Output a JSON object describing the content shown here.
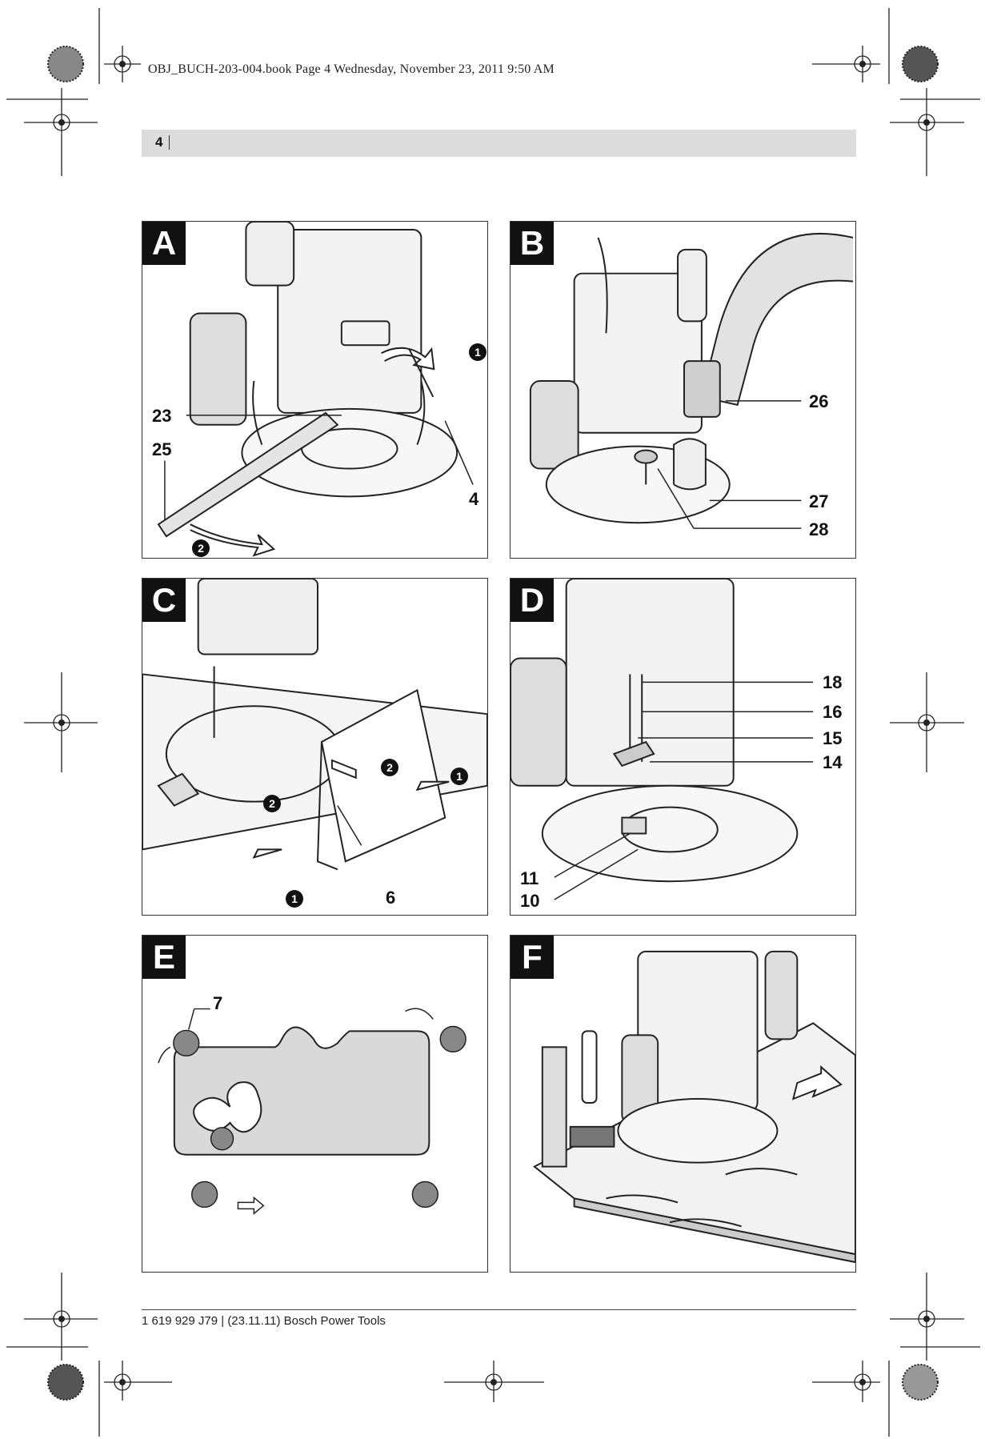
{
  "print_header": "OBJ_BUCH-203-004.book  Page 4  Wednesday, November 23, 2011  9:50 AM",
  "page_number": "4",
  "footer": "1 619 929 J79 | (23.11.11) Bosch Power Tools",
  "panels": {
    "A": {
      "letter": "A",
      "callouts": [
        "23",
        "25",
        "4"
      ],
      "steps": [
        "1",
        "2"
      ]
    },
    "B": {
      "letter": "B",
      "callouts": [
        "26",
        "27",
        "28"
      ]
    },
    "C": {
      "letter": "C",
      "callouts": [
        "6"
      ],
      "steps": [
        "2",
        "1",
        "2",
        "1"
      ]
    },
    "D": {
      "letter": "D",
      "callouts": [
        "18",
        "16",
        "15",
        "14",
        "11",
        "10"
      ]
    },
    "E": {
      "letter": "E",
      "callouts": [
        "7"
      ]
    },
    "F": {
      "letter": "F",
      "callouts": []
    }
  },
  "icons": [
    "registration-mark",
    "color-wheel-mark",
    "bosch-router-illustration"
  ]
}
